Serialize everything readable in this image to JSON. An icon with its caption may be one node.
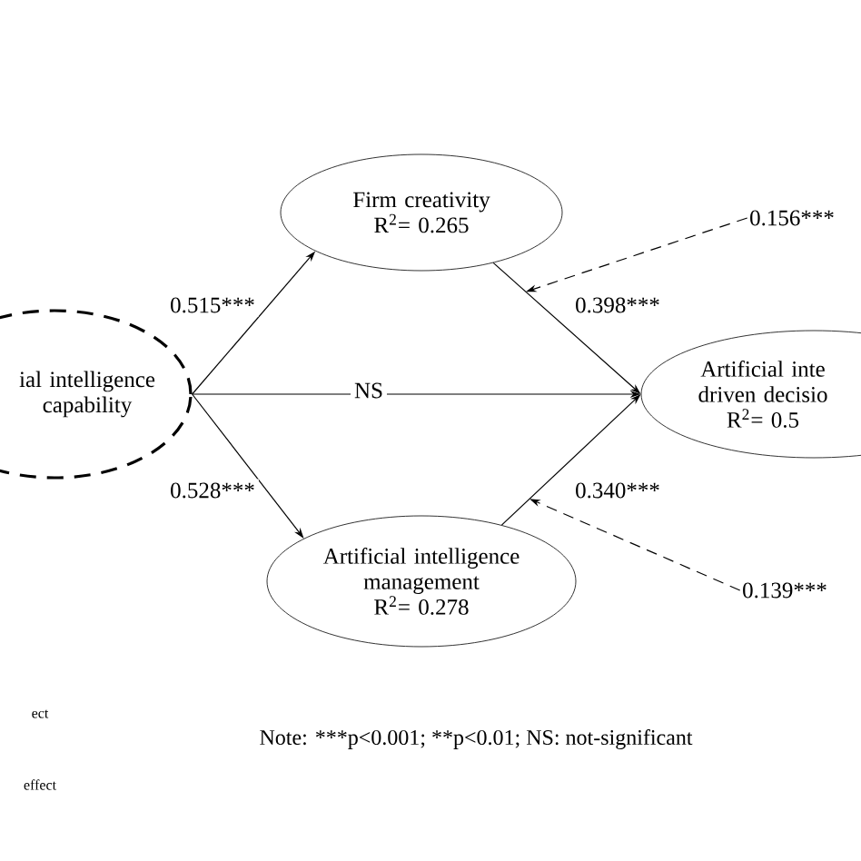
{
  "diagram": {
    "nodes": [
      {
        "text": [
          "ial intelligence capability"
        ]
      },
      {
        "text": [
          "Firm creativity",
          "R$^{2}$= 0.265"
        ]
      },
      {
        "text": [
          "Artificial intelligence management",
          "R$^{2}$= 0.278"
        ]
      },
      {
        "text": [
          "Artificial inte driven decisio",
          "R$^{2}$= 0.5"
        ]
      },
      {
        "text": [
          "0.156***"
        ]
      },
      {
        "text": [
          "0.139***"
        ]
      }
    ],
    "edges": [
      {
        "from": 0,
        "to": 1,
        "arrow": "to",
        "label": "0.515***"
      },
      {
        "from": 0,
        "to": 2,
        "arrow": "to",
        "label": "0.528***"
      },
      {
        "from": 0,
        "to": 3,
        "arrow": "to",
        "label": "NS"
      },
      {
        "from": 1,
        "to": 3,
        "arrow": "to",
        "label": "0.398***"
      },
      {
        "from": 2,
        "to": 3,
        "arrow": "to",
        "label": "0.340***"
      },
      {
        "from": 4,
        "to": null,
        "arrow": "to",
        "style": "dashed"
      },
      {
        "from": 5,
        "to": null,
        "arrow": "to",
        "style": "dashed"
      }
    ],
    "labels": [
      "ect",
      "Note: ***p<0.001; **p<0.01; NS: not-significant",
      "effect"
    ]
  }
}
